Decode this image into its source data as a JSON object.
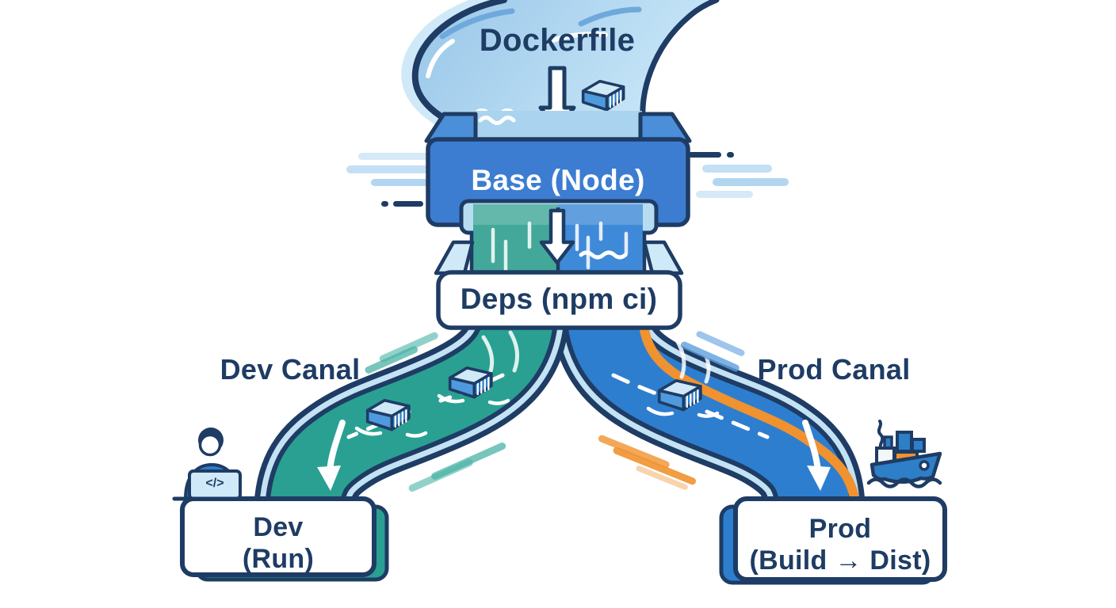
{
  "diagram": {
    "source": {
      "label": "Dockerfile"
    },
    "base_stage": {
      "label": "Base (Node)"
    },
    "deps_stage": {
      "label": "Deps (npm ci)"
    },
    "dev_canal": {
      "label": "Dev Canal"
    },
    "prod_canal": {
      "label": "Prod Canal"
    },
    "dev_output": {
      "line1": "Dev",
      "line2": "(Run)"
    },
    "prod_output": {
      "line1": "Prod",
      "line2": "(Build → Dist)"
    },
    "developer": {
      "laptop_code": "</>"
    },
    "colors": {
      "navy": "#1e3c64",
      "banner_blue": "#3c7dd1",
      "river_blue": "#a9d3ee",
      "bank_light_blue": "#cfe9f8",
      "teal_water": "#2aa092",
      "canal_blue": "#2e7ecf",
      "accent_orange": "#f0922f",
      "white": "#ffffff"
    },
    "icons": [
      "container-icon",
      "down-arrow-icon",
      "flow-arrow-icon",
      "developer-laptop-icon",
      "cargo-ship-icon",
      "wave-icon",
      "speed-lines-icon"
    ]
  }
}
